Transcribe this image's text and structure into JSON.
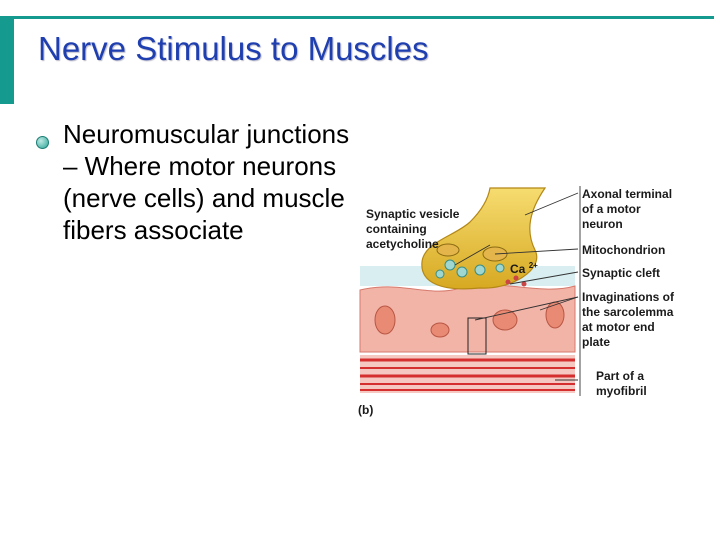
{
  "slide": {
    "title": "Nerve Stimulus to Muscles",
    "bullet": "Neuromuscular junctions – Where motor neurons (nerve cells) and muscle fibers associate"
  },
  "figure": {
    "labels": {
      "axonal_terminal": [
        "Axonal terminal",
        "of a motor",
        "neuron"
      ],
      "synaptic_vesicle": [
        "Synaptic vesicle",
        "containing",
        "acetycholine"
      ],
      "mitochondrion": "Mitochondrion",
      "calcium": "Ca",
      "calcium_charge": "2+",
      "synaptic_cleft": "Synaptic cleft",
      "invaginations": [
        "Invaginations of",
        "the sarcolemma",
        "at motor end",
        "plate"
      ],
      "myofibril": [
        "Part of a",
        "myofibril"
      ],
      "panel": "(b)"
    }
  },
  "colors": {
    "accent_bar": "#159a8f",
    "title": "#1f3fb0",
    "neuron": "#e9c23a",
    "muscle": "#f3a9a0",
    "myofibril": "#d62f2f"
  }
}
